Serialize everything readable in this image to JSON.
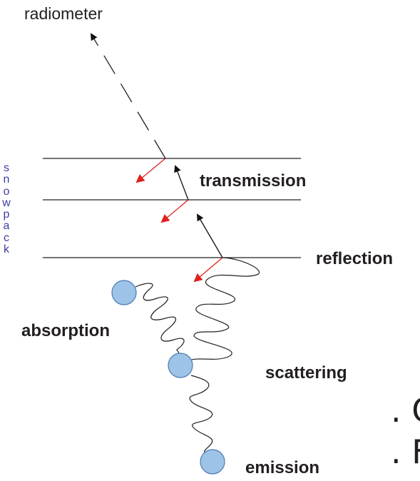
{
  "labels": {
    "radiometer": "radiometer",
    "transmission": "transmission",
    "reflection": "reflection",
    "absorption": "absorption",
    "scattering": "scattering",
    "emission": "emission"
  },
  "side_label": [
    "s",
    "n",
    "o",
    "w",
    "p",
    "a",
    "c",
    "k"
  ],
  "cutoff_text": {
    "line1": ". C",
    "line2": ". F"
  },
  "colors": {
    "lines": "#231f20",
    "particle_fill": "#9dc3e6",
    "particle_stroke": "#4a7ab5",
    "refracted_arrow": "#e02020",
    "side_text": "#3b3ea0"
  }
}
